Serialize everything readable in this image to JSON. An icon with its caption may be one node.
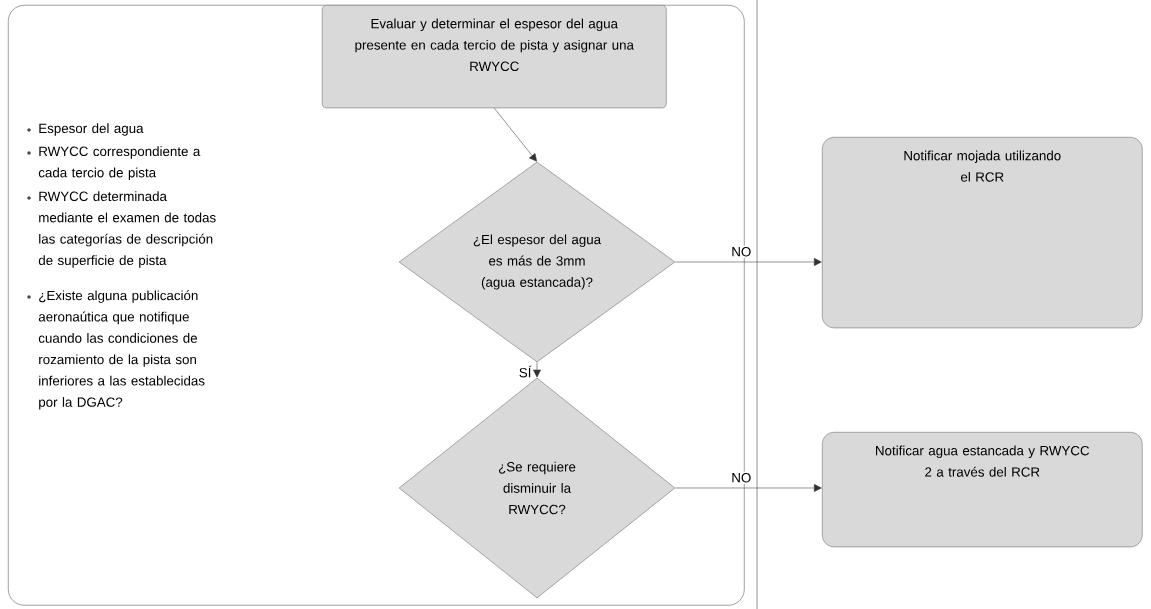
{
  "diagram": {
    "nodes": [
      {
        "text": [
          "Espesor del agua",
          "RWYCC correspondiente a cada tercio de pista",
          "RWYCC determinada mediante el examen de todas las categorías de descripción de superficie de pista",
          "¿Existe alguna publicación aeronaútica que notifique cuando las condiciones de rozamiento de la pista son inferiores a las establecidas por la DGAC?"
        ]
      },
      {
        "text": [
          "Evaluar y determinar el espesor del agua presente en cada tercio de pista y asignar una RWYCC"
        ],
        "in": 0
      },
      {
        "text": [
          "¿El espesor del agua es más de 3mm (agua estancada)?"
        ],
        "in": 0
      },
      {
        "text": [
          "¿Se requiere disminuir la RWYCC?"
        ],
        "in": 0
      },
      {
        "text": [
          "Notificar mojada utilizando el RCR"
        ]
      },
      {
        "text": [
          "Notificar agua estancada y RWYCC 2 a través del RCR"
        ]
      }
    ],
    "edges": [
      {
        "from": 1,
        "to": 2,
        "arrow": "to"
      },
      {
        "from": 2,
        "to": 3,
        "arrow": "to",
        "label": "SÍ"
      },
      {
        "from": 2,
        "to": 4,
        "arrow": "to",
        "label": "NO"
      },
      {
        "from": 3,
        "to": 5,
        "arrow": "to",
        "label": "NO"
      }
    ]
  }
}
